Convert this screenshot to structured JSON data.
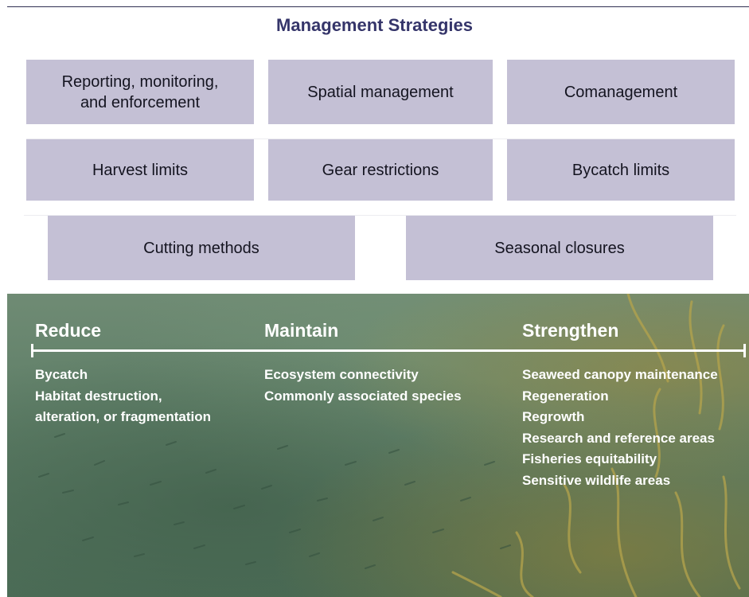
{
  "header": {
    "title": "Management Strategies"
  },
  "strategies": [
    "Reporting, monitoring, and enforcement",
    "Spatial management",
    "Comanagement",
    "Harvest limits",
    "Gear restrictions",
    "Bycatch limits",
    "Cutting methods",
    "Seasonal closures"
  ],
  "outcomes": {
    "reduce": {
      "heading": "Reduce",
      "items": [
        "Bycatch",
        "Habitat destruction,",
        "alteration, or fragmentation"
      ]
    },
    "maintain": {
      "heading": "Maintain",
      "items": [
        "Ecosystem connectivity",
        "Commonly associated species"
      ]
    },
    "strengthen": {
      "heading": "Strengthen",
      "items": [
        "Seaweed canopy maintenance",
        "Regeneration",
        "Regrowth",
        "Research and reference areas",
        "Fisheries equitability",
        "Sensitive wildlife areas"
      ]
    }
  },
  "colors": {
    "title": "#35356a",
    "card_fill": "#c4c0d5",
    "card_text": "#141420",
    "overlay_text": "#ffffff",
    "water": "#5d7d66",
    "seaweed": "#a89a45"
  }
}
